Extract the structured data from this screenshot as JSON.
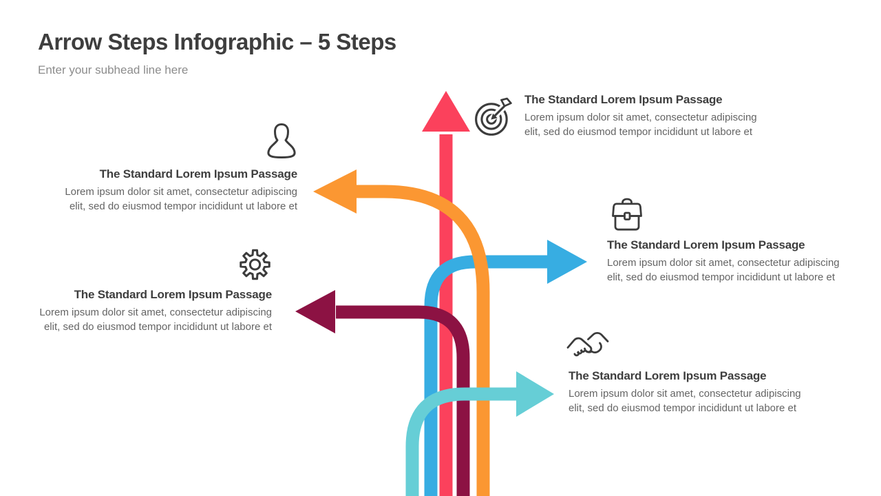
{
  "slide": {
    "title": "Arrow Steps Infographic – 5 Steps",
    "subtitle": "Enter your subhead line here"
  },
  "icon_color": "#3C3C3C",
  "text_colors": {
    "heading": "#3E3E3E",
    "subhead": "#8C8C8C",
    "step_title": "#3E3E3E",
    "step_body": "#646464"
  },
  "steps": [
    {
      "position": "top-right",
      "icon": "target-icon",
      "arrow_color": "#FB415C",
      "arrow_direction": "up",
      "title": "The Standard Lorem Ipsum Passage",
      "body_line1": "Lorem ipsum dolor sit amet, consectetur adipiscing",
      "body_line2": "elit, sed do eiusmod tempor incididunt ut labore et"
    },
    {
      "position": "mid-left",
      "icon": "user-icon",
      "arrow_color": "#FB9732",
      "arrow_direction": "left",
      "title": "The Standard Lorem Ipsum Passage",
      "body_line1": "Lorem ipsum dolor sit amet, consectetur adipiscing",
      "body_line2": "elit, sed do eiusmod tempor incididunt ut labore et"
    },
    {
      "position": "mid-right",
      "icon": "briefcase-icon",
      "arrow_color": "#37ADE2",
      "arrow_direction": "right",
      "title": "The Standard Lorem Ipsum Passage",
      "body_line1": "Lorem ipsum dolor sit amet, consectetur adipiscing",
      "body_line2": "elit, sed do eiusmod tempor incididunt ut labore et"
    },
    {
      "position": "lower-left",
      "icon": "gear-icon",
      "arrow_color": "#8C1243",
      "arrow_direction": "left",
      "title": "The Standard Lorem Ipsum Passage",
      "body_line1": "Lorem ipsum dolor sit amet, consectetur adipiscing",
      "body_line2": "elit, sed do eiusmod tempor incididunt ut labore et"
    },
    {
      "position": "bottom-right",
      "icon": "handshake-icon",
      "arrow_color": "#66CED6",
      "arrow_direction": "right",
      "title": "The Standard Lorem Ipsum Passage",
      "body_line1": "Lorem ipsum dolor sit amet, consectetur adipiscing",
      "body_line2": "elit, sed do eiusmod tempor incididunt ut labore et"
    }
  ]
}
